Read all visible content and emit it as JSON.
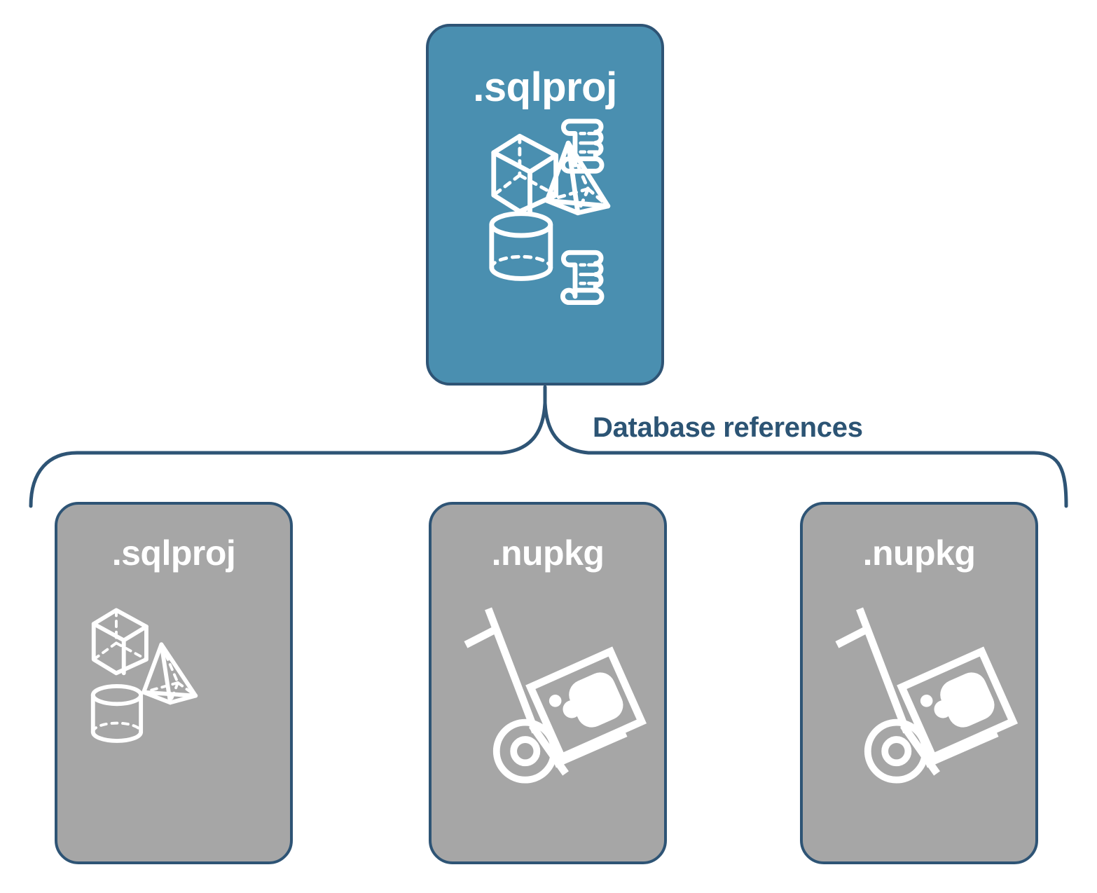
{
  "diagram": {
    "title": "Database references",
    "colors": {
      "primary_fill": "#4A8FB0",
      "secondary_fill": "#A6A6A6",
      "stroke": "#2E5475",
      "label_text": "#2C5474",
      "icon": "#FFFFFF"
    },
    "connector": {
      "label": "Database references",
      "style": "curly-brace"
    },
    "root": {
      "label": ".sqlproj",
      "fill": "primary",
      "icons": [
        "cube-icon",
        "scroll-icon",
        "pyramid-icon",
        "cylinder-icon",
        "scroll-icon"
      ]
    },
    "references": [
      {
        "label": ".sqlproj",
        "fill": "secondary",
        "icons": [
          "cube-icon",
          "pyramid-icon",
          "cylinder-icon"
        ]
      },
      {
        "label": ".nupkg",
        "fill": "secondary",
        "icons": [
          "hand-truck-icon",
          "nuget-package-icon"
        ]
      },
      {
        "label": ".nupkg",
        "fill": "secondary",
        "icons": [
          "hand-truck-icon",
          "nuget-package-icon"
        ]
      }
    ]
  }
}
